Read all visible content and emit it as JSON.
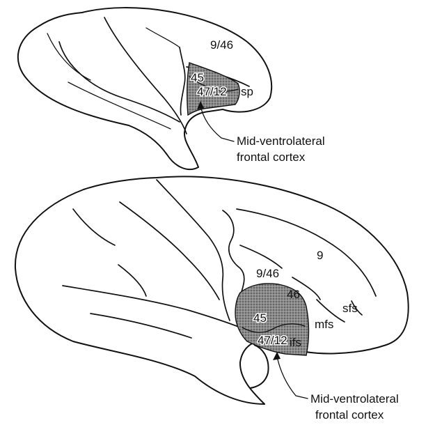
{
  "monkey_brain": {
    "labels": {
      "area_9_46": "9/46",
      "area_45": "45",
      "area_47_12": "47/12",
      "sulcus_principal": "sp"
    },
    "callout": {
      "line1": "Mid-ventrolateral",
      "line2": "frontal cortex"
    }
  },
  "human_brain": {
    "labels": {
      "area_9": "9",
      "area_9_46": "9/46",
      "area_46": "46",
      "area_45": "45",
      "area_47_12": "47/12",
      "sulcus_sfs": "sfs",
      "sulcus_mfs": "mfs",
      "sulcus_ifs": "ifs"
    },
    "callout": {
      "line1": "Mid-ventrolateral",
      "line2": "frontal cortex"
    }
  },
  "colors": {
    "outline": "#111111",
    "shading": "#7a7a7a",
    "background": "#ffffff"
  }
}
